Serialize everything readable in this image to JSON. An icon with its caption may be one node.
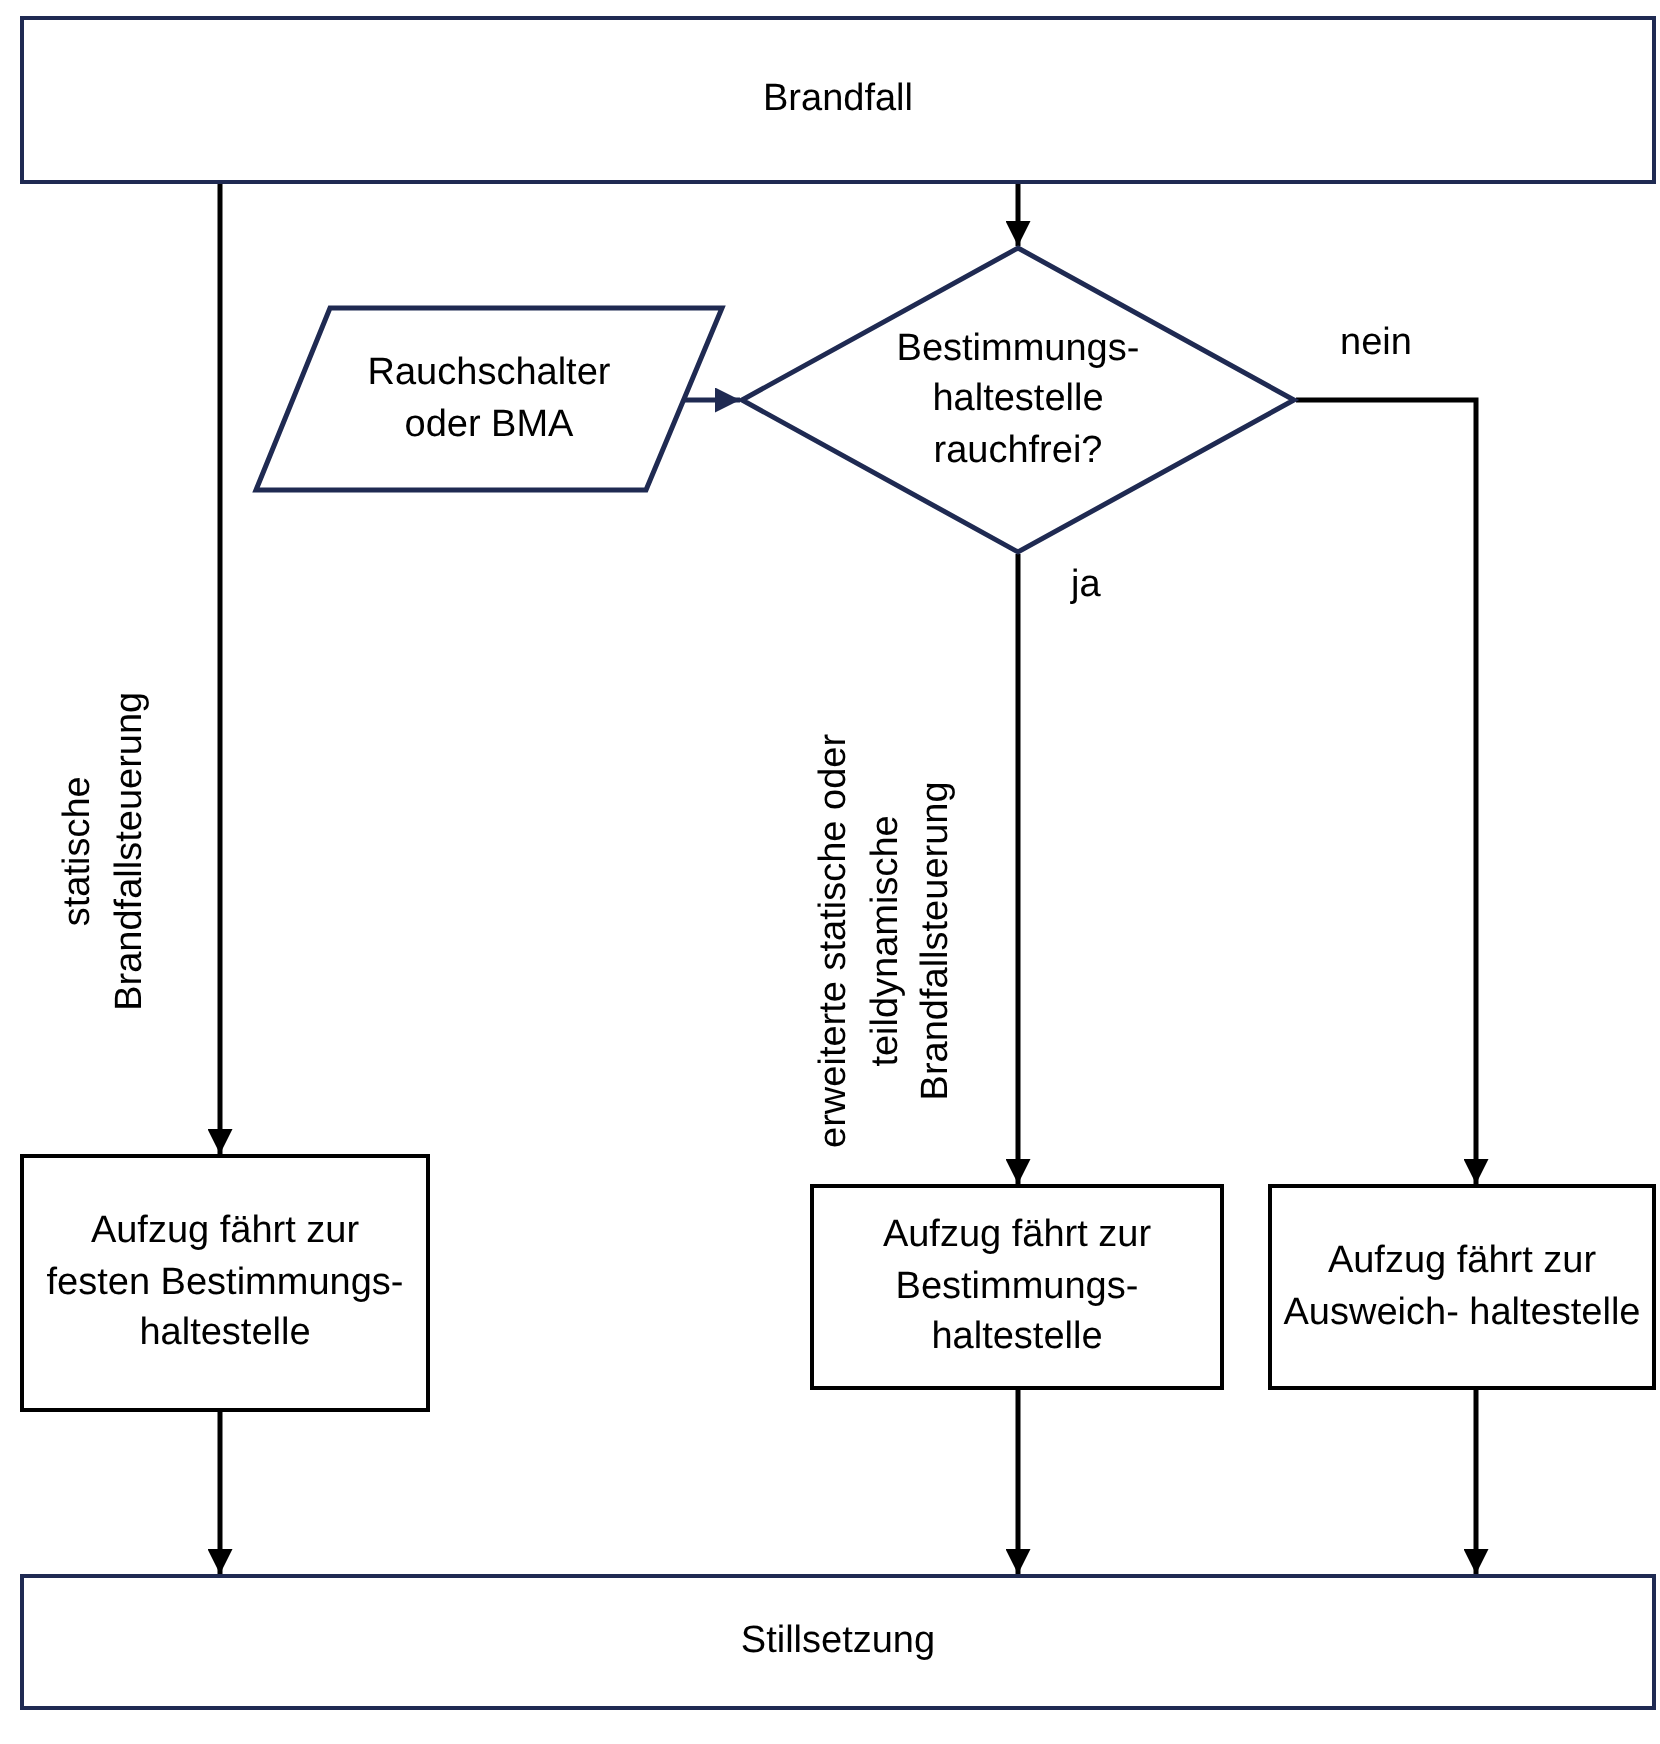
{
  "diagram": {
    "nodes": [
      {
        "text": [
          "Brandfall"
        ]
      },
      {
        "text": [
          "Bestimmungs- haltestelle rauchfrei?"
        ]
      },
      {
        "text": [
          "Rauchschalter oder BMA"
        ]
      },
      {
        "text": [
          "Aufzug fährt zur festen Bestimmungs- haltestelle"
        ]
      },
      {
        "text": [
          "Aufzug fährt zur Bestimmungs- haltestelle"
        ]
      },
      {
        "text": [
          "Aufzug fährt zur Ausweich- haltestelle"
        ]
      },
      {
        "text": [
          "Stillsetzung"
        ]
      }
    ],
    "edges": [
      {
        "from": 0,
        "to": 3,
        "arrow": "to",
        "label": "statische Brandfallsteuerung"
      },
      {
        "from": 0,
        "to": 1,
        "arrow": "to"
      },
      {
        "from": 2,
        "to": 1,
        "arrow": "to",
        "color": "#1f2a52"
      },
      {
        "from": 1,
        "to": 4,
        "arrow": "to",
        "label": "ja"
      },
      {
        "from": 1,
        "to": 5,
        "arrow": "to",
        "label": "nein"
      },
      {
        "from": 3,
        "to": 6,
        "arrow": "to"
      },
      {
        "from": 4,
        "to": 6,
        "arrow": "to"
      },
      {
        "from": 5,
        "to": 6,
        "arrow": "to"
      }
    ],
    "labels": [
      "erweiterte statische oder teildynamische Brandfallsteuerung"
    ]
  }
}
